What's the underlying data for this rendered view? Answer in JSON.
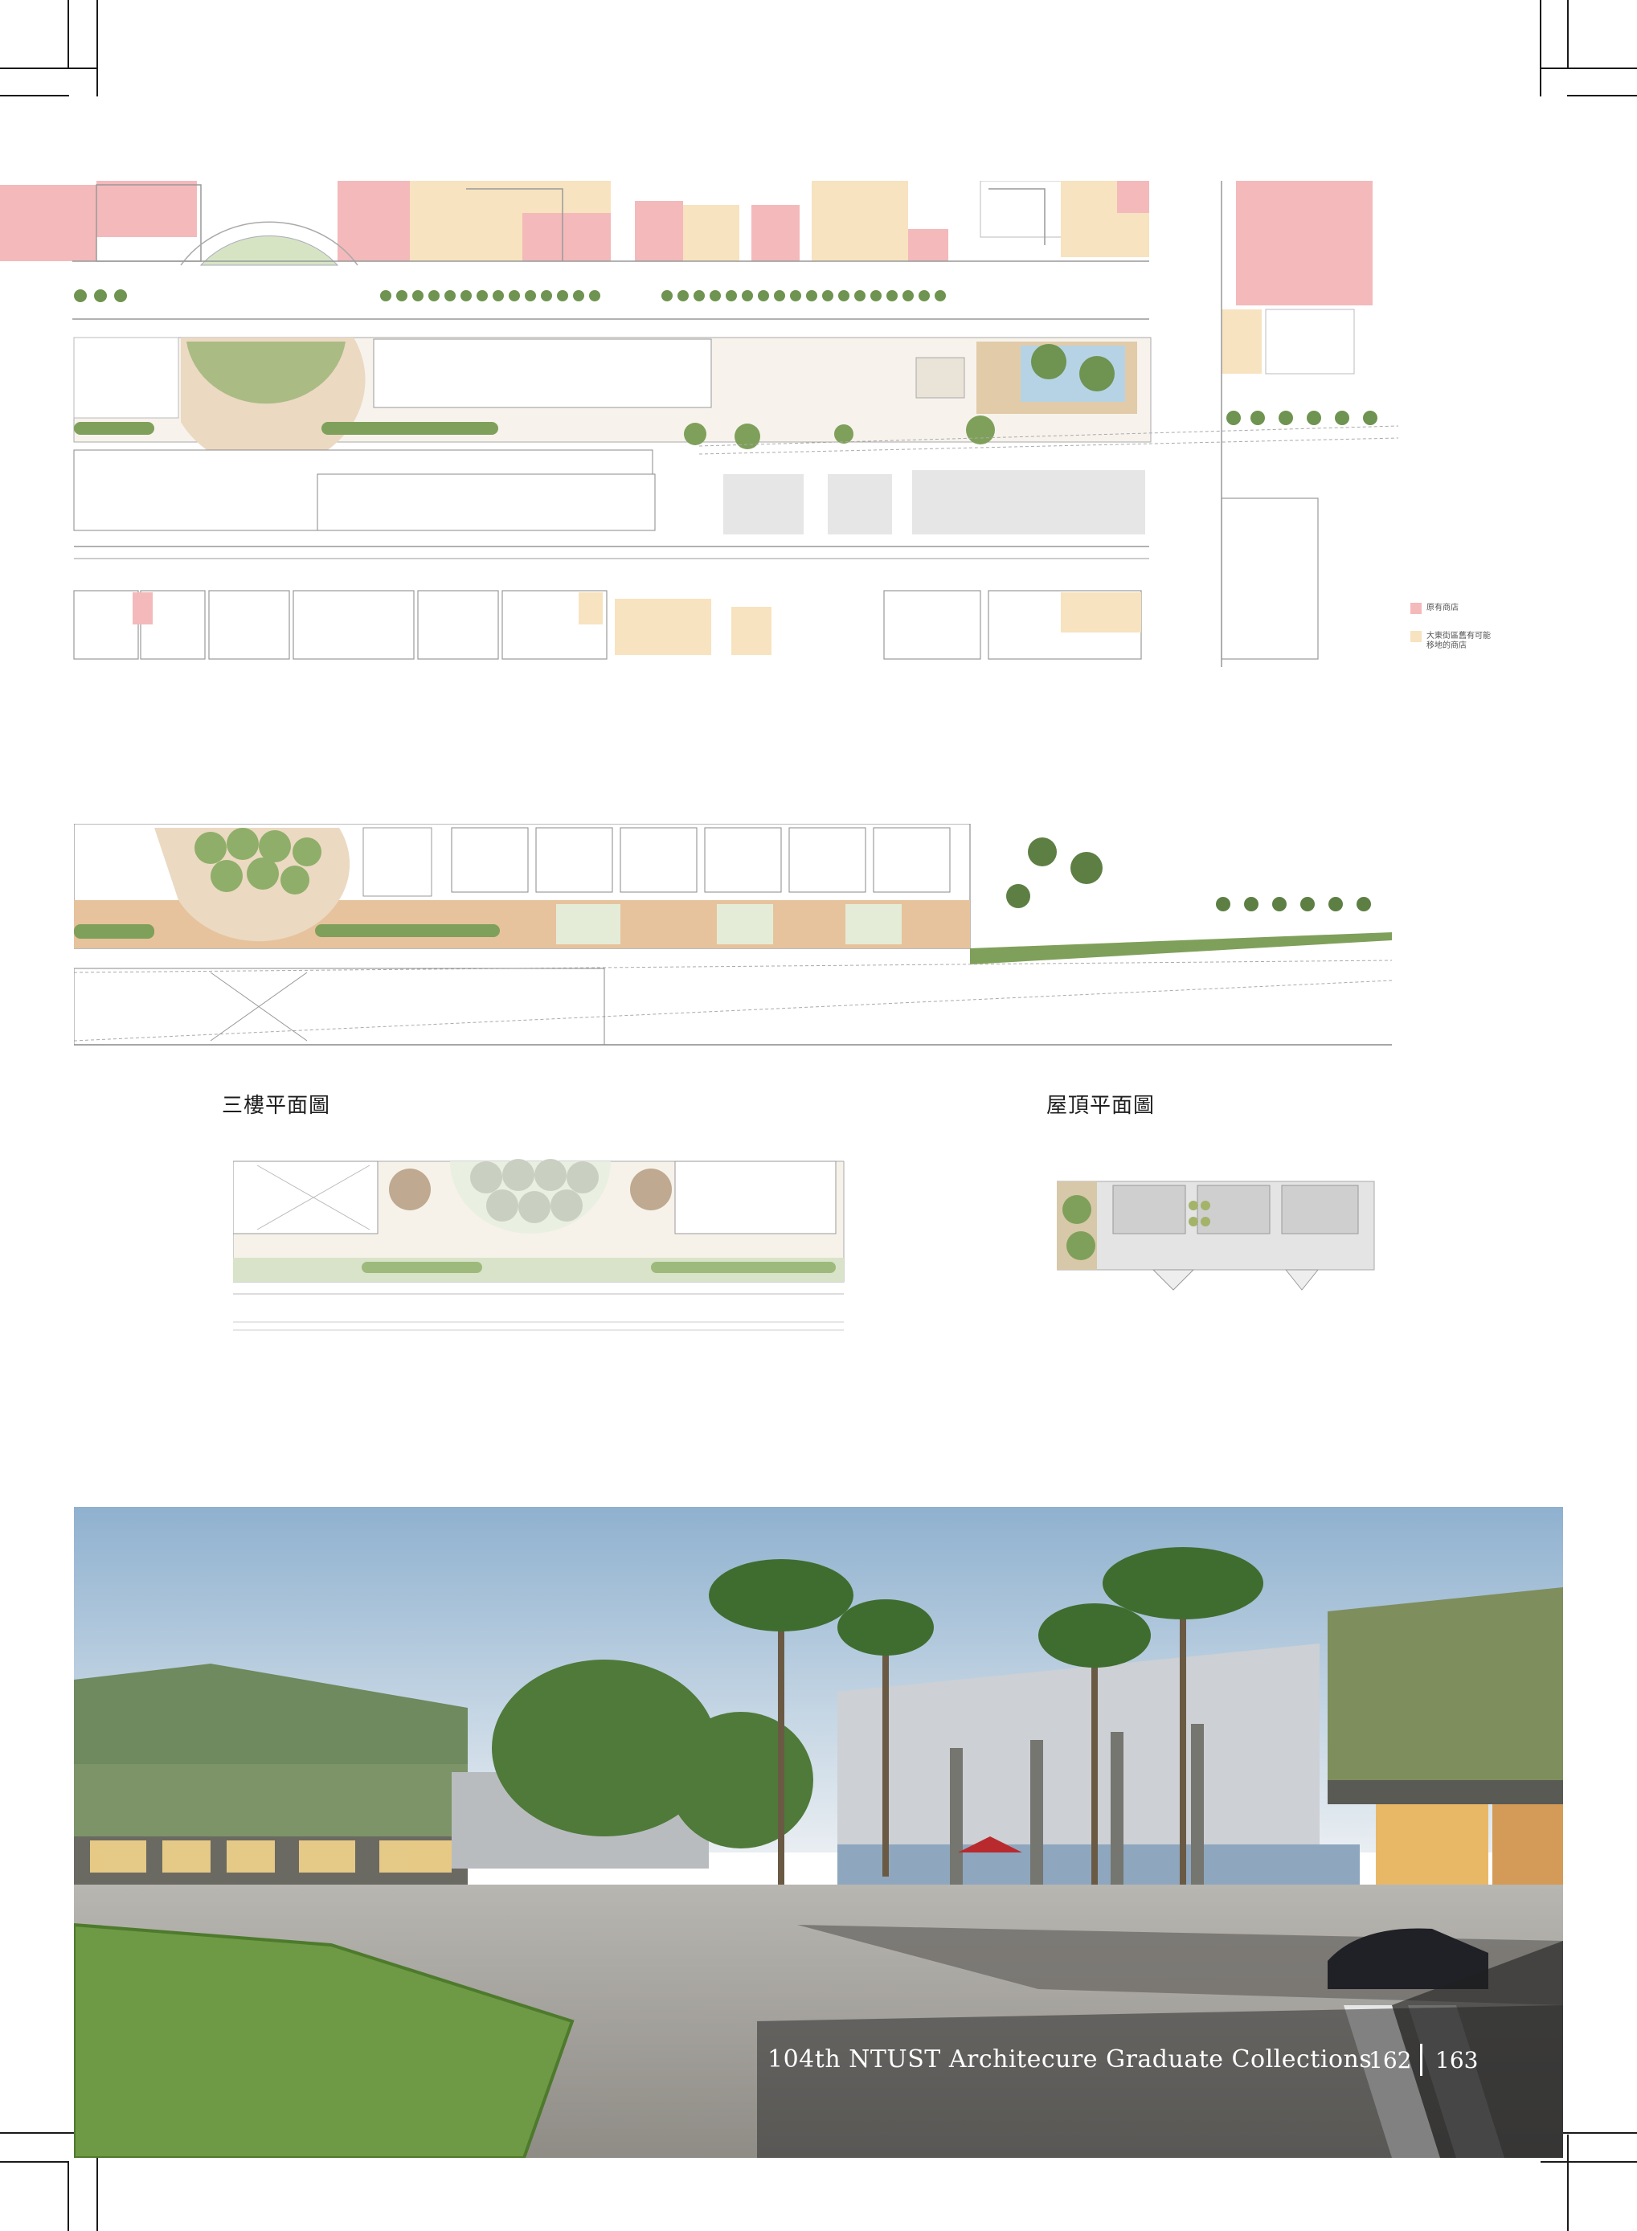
{
  "labels": {
    "third_floor": "三樓平面圖",
    "roof": "屋頂平面圖"
  },
  "legend": {
    "existing": "原有商店",
    "relocated": "大東街區舊有可能 移地的商店"
  },
  "footer": {
    "title": "104th NTUST Architecure Graduate Collections",
    "page_left": "162",
    "page_right": "163"
  },
  "colors": {
    "existing_shop": "#f4b9bb",
    "relocated_shop": "#f7e3c0",
    "wood_deck": "#e6c39c",
    "greenery": "#7fa05a",
    "sky": "#c7d9e9"
  }
}
